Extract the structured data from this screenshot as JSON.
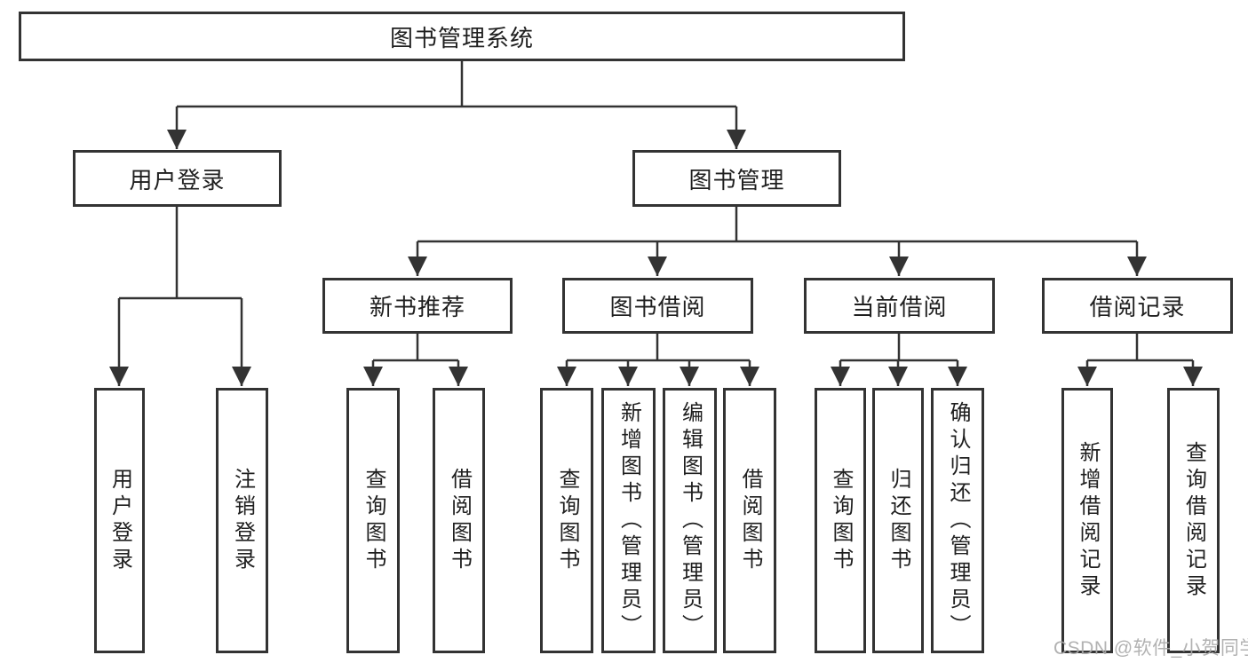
{
  "page": {
    "watermark": "CSDN @软件_小贺同学"
  },
  "colors": {
    "line": "#333333",
    "text": "#1f1f1f",
    "watermark": "#aaaaaa",
    "background": "#ffffff"
  },
  "tree": {
    "root": {
      "label": "图书管理系统"
    },
    "branches": [
      {
        "label": "用户登录",
        "children": [
          {
            "label": "用户登录"
          },
          {
            "label": "注销登录"
          }
        ]
      },
      {
        "label": "图书管理",
        "children": [
          {
            "label": "新书推荐",
            "children": [
              {
                "label": "查询图书"
              },
              {
                "label": "借阅图书"
              }
            ]
          },
          {
            "label": "图书借阅",
            "children": [
              {
                "label": "查询图书"
              },
              {
                "label": "新增图书（管理员）"
              },
              {
                "label": "编辑图书（管理员）"
              },
              {
                "label": "借阅图书"
              }
            ]
          },
          {
            "label": "当前借阅",
            "children": [
              {
                "label": "查询图书"
              },
              {
                "label": "归还图书"
              },
              {
                "label": "确认归还（管理员）"
              }
            ]
          },
          {
            "label": "借阅记录",
            "children": [
              {
                "label": "新增借阅记录"
              },
              {
                "label": "查询借阅记录"
              }
            ]
          }
        ]
      }
    ]
  }
}
